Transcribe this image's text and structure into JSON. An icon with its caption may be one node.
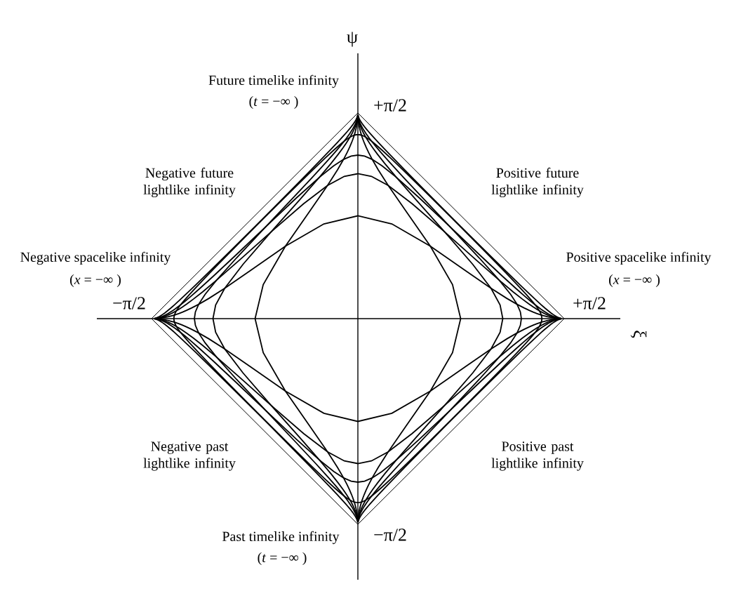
{
  "diagram": {
    "labels": [
      "ψ",
      "Future timelike infinity",
      "(*t* = −∞ )",
      "+π/2",
      "Negative future lightlike infinity",
      "Positive future lightlike infinity",
      "Negative spacelike infinity",
      "(*x* = −∞ )",
      "Positive spacelike infinity",
      "(*x* = −∞ )",
      "−π/2",
      "+π/2",
      "ξ",
      "Negative past lightlike infinity",
      "Positive past lightlike infinity",
      "Past timelike infinity",
      "−π/2",
      "(*t* = −∞ )"
    ]
  }
}
